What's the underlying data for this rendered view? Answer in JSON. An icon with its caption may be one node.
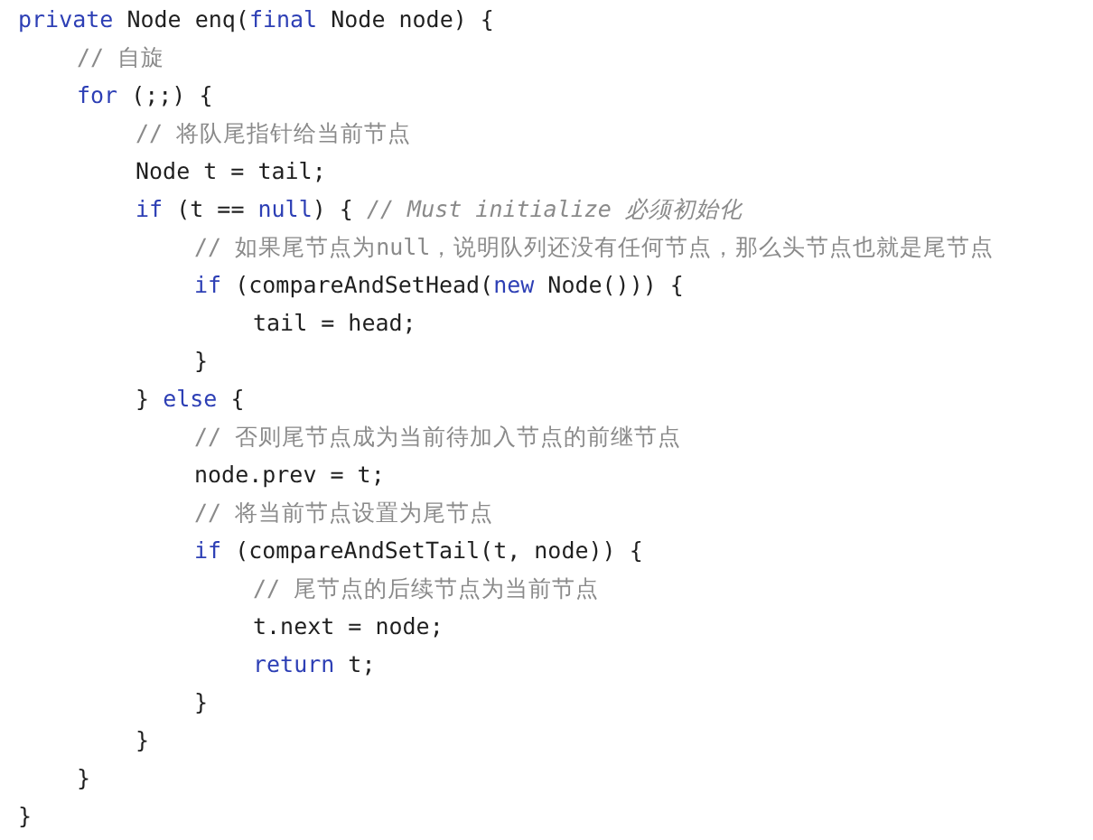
{
  "diagram": {
    "labels": [
      "private Node enq(final Node node) {",
      "// 自旋",
      "for (;;) {",
      "// 将队尾指针给当前节点",
      "Node t = tail;",
      "if (t == null) { // Must initialize 必须初始化",
      "// 如果尾节点为null，说明队列还没有任何节点，那么头节点也就是尾节点",
      "if (compareAndSetHead(new Node())) {",
      "tail = head;",
      "}",
      "} else {",
      "// 否则尾节点成为当前待加入节点的前继节点",
      "node.prev = t;",
      "// 将当前节点设置为尾节点",
      "if (compareAndSetTail(t, node)) {",
      "// 尾节点的后续节点为当前节点",
      "t.next = node;",
      "return t;",
      "}",
      "}",
      "}",
      "}"
    ]
  }
}
